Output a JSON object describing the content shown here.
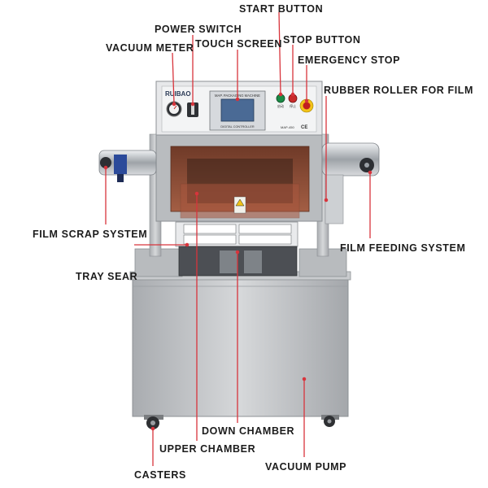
{
  "callouts": {
    "start_button": "START BUTTON",
    "power_switch": "POWER SWITCH",
    "touch_screen": "TOUCH SCREEN",
    "stop_button": "STOP BUTTON",
    "vacuum_meter": "VACUUM METER",
    "emergency_stop": "EMERGENCY STOP",
    "rubber_roller": "RUBBER ROLLER FOR FILM",
    "film_scrap": "FILM SCRAP SYSTEM",
    "film_feeding": "FILM FEEDING SYSTEM",
    "tray_sear": "TRAY SEAR",
    "down_chamber": "DOWN CHAMBER",
    "upper_chamber": "UPPER CHAMBER",
    "casters": "CASTERS",
    "vacuum_pump": "VACUUM PUMP"
  },
  "machine": {
    "brand": "RUIBAO",
    "screen_title": "MAP. PACKAGING MACHINE",
    "screen_footer": "DIGITAL CONTROLLER",
    "screen_model": "MAP-450",
    "start_text": "启动",
    "stop_text": "停止",
    "ce_mark": "CE"
  },
  "colors": {
    "leader": "#d8343c",
    "steel": "#c3c5c8",
    "chamber": "#8a4a35"
  }
}
